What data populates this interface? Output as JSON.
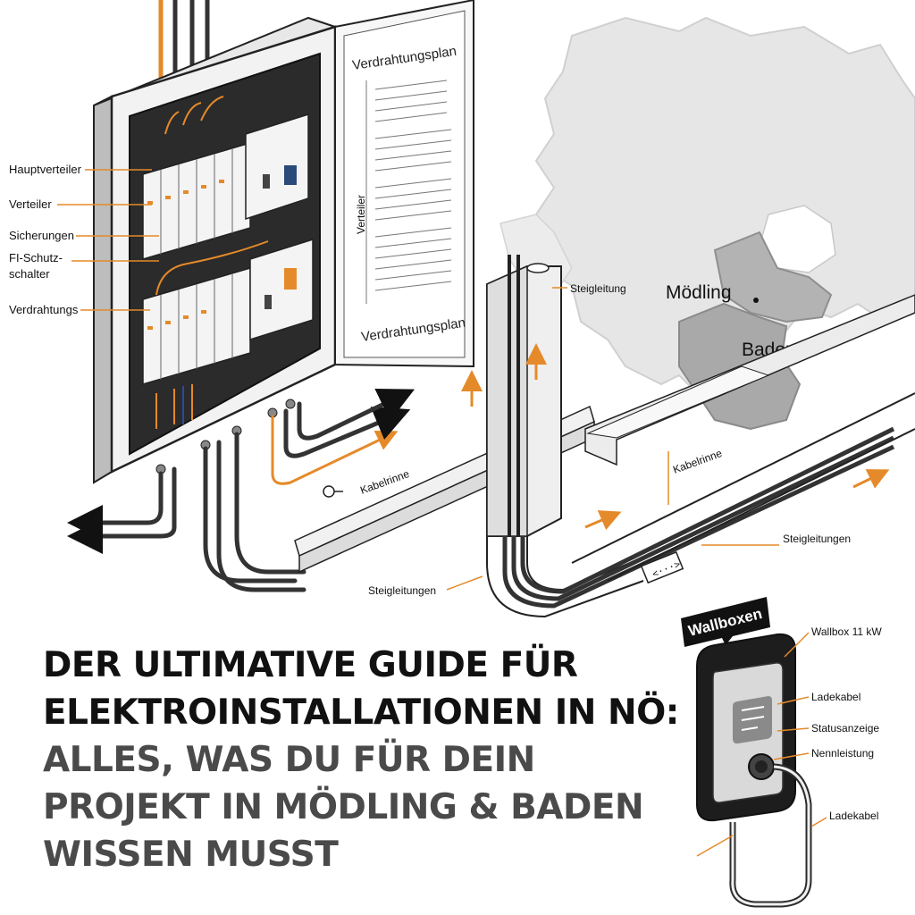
{
  "colors": {
    "accent": "#e58a2a",
    "ink": "#111111",
    "gray_text": "#4a4a4a",
    "map_region": "#e6e6e6",
    "map_highlight": "#a9a9a9"
  },
  "panel_labels": {
    "hauptverteiler": "Hauptverteiler",
    "verteiler": "Verteiler",
    "sicherungen": "Sicherungen",
    "fi_1": "FI-Schutz-",
    "fi_2": "schalter",
    "verdrahtungs": "Verdrahtungs"
  },
  "plan": {
    "title_top": "Verdrahtungsplan",
    "title_bottom": "Verdrahtungsplan",
    "side_label": "Verteiler"
  },
  "map": {
    "city_1": "Mödling",
    "city_2": "Baden"
  },
  "cable_labels": {
    "steigleitung": "Steigleitung",
    "kabelrinne_left": "Kabelrinne",
    "kabelrinne_right": "Kabelrinne",
    "steigleitungen_right": "Steigleitungen",
    "steigleitungen_bottom": "Steigleitungen"
  },
  "wallbox": {
    "tag": "Wallboxen",
    "power": "Wallbox 11 kW",
    "ladekabel_1": "Ladekabel",
    "statusanzeige": "Statusanzeige",
    "nennleistung": "Nennleistung",
    "ladekabel_2": "Ladekabel"
  },
  "headline": {
    "line1": "DER ULTIMATIVE GUIDE FÜR",
    "line2": "ELEKTROINSTALLATIONEN IN NÖ:",
    "line3": "ALLES, WAS DU FÜR DEIN",
    "line4": "PROJEKT IN MÖDLING & BADEN",
    "line5": "WISSEN MUSST"
  }
}
